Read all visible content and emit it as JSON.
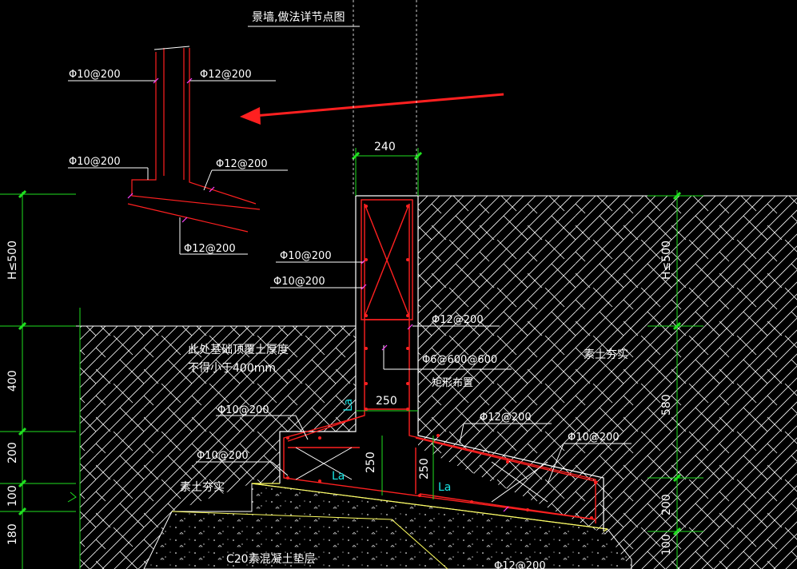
{
  "title": "景墙,做法详节点图",
  "rebar": {
    "d10_200": "Φ10@200",
    "d12_200": "Φ12@200",
    "d6_600": "Φ6@600@600",
    "rect_layout": "矩形布置"
  },
  "dims": {
    "w240": "240",
    "h_le_500": "H≤500",
    "d400": "400",
    "d200": "200",
    "d100": "100",
    "d180": "180",
    "d580": "580",
    "d250": "250",
    "La": "La"
  },
  "notes": {
    "cover_line1": "此处基础顶覆土厚度",
    "cover_line2": "不得小于400mm",
    "compacted_soil": "素土夯实",
    "c20_cushion": "C20素混凝土垫层"
  },
  "colors": {
    "background": "#000000",
    "outline": "#ffffff",
    "rebar": "#ff2020",
    "dimension": "#20e020",
    "cushion": "#ffff60",
    "accent": "#19e6e6",
    "marker": "#ff40ff"
  }
}
